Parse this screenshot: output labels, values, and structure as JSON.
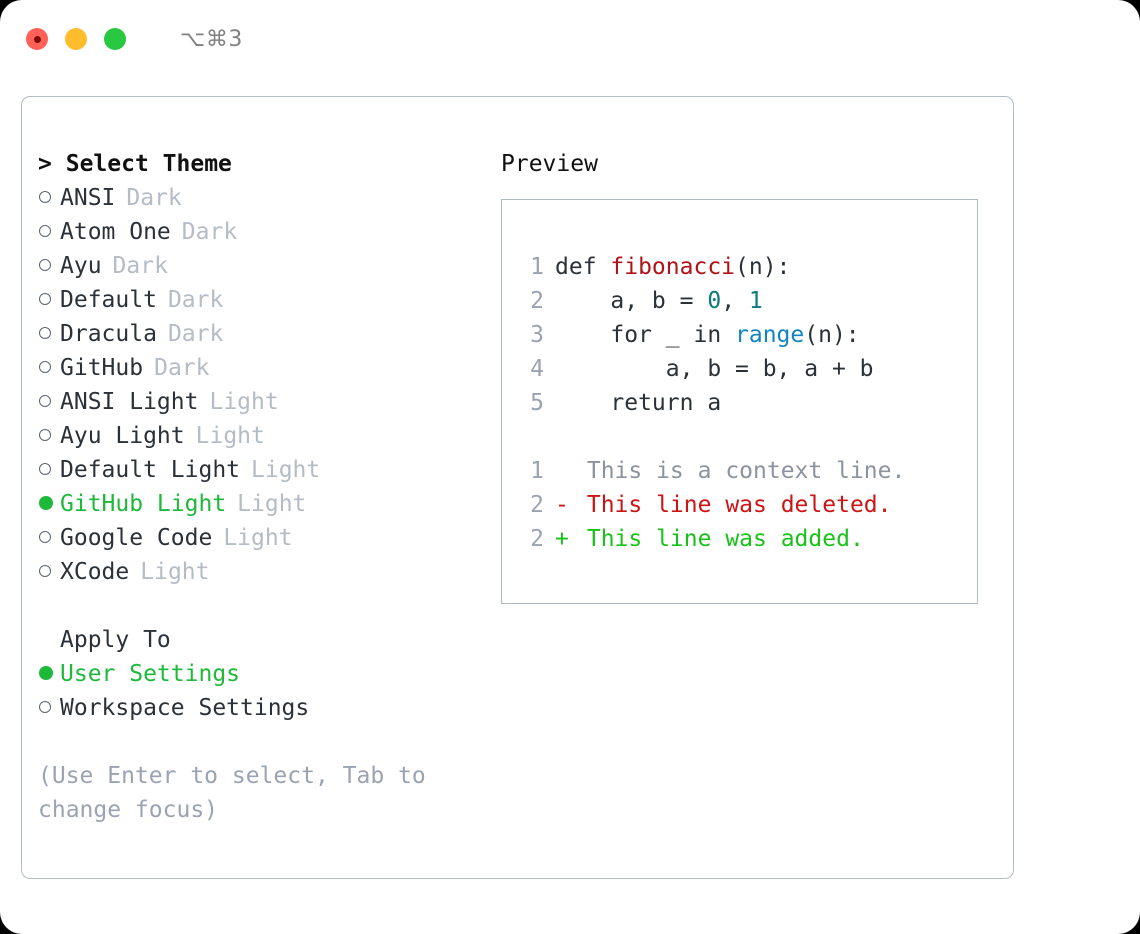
{
  "titlebar": {
    "shortcut": "⌥⌘3",
    "buttons": [
      {
        "name": "close",
        "color": "#ff6058"
      },
      {
        "name": "minimize",
        "color": "#ffbd2e"
      },
      {
        "name": "zoom",
        "color": "#28c840"
      }
    ]
  },
  "theme_picker": {
    "prompt_prefix": ">",
    "title": "Select Theme",
    "selected_index": 9,
    "options": [
      {
        "name": "ANSI",
        "variant": "Dark",
        "selected": false
      },
      {
        "name": "Atom One",
        "variant": "Dark",
        "selected": false
      },
      {
        "name": "Ayu",
        "variant": "Dark",
        "selected": false
      },
      {
        "name": "Default",
        "variant": "Dark",
        "selected": false
      },
      {
        "name": "Dracula",
        "variant": "Dark",
        "selected": false
      },
      {
        "name": "GitHub",
        "variant": "Dark",
        "selected": false
      },
      {
        "name": "ANSI Light",
        "variant": "Light",
        "selected": false
      },
      {
        "name": "Ayu Light",
        "variant": "Light",
        "selected": false
      },
      {
        "name": "Default Light",
        "variant": "Light",
        "selected": false
      },
      {
        "name": "GitHub Light",
        "variant": "Light",
        "selected": true
      },
      {
        "name": "Google Code",
        "variant": "Light",
        "selected": false
      },
      {
        "name": "XCode",
        "variant": "Light",
        "selected": false
      }
    ]
  },
  "apply_to": {
    "title": "Apply To",
    "options": [
      {
        "name": "User Settings",
        "selected": true
      },
      {
        "name": "Workspace Settings",
        "selected": false
      }
    ]
  },
  "hint": {
    "text": "(Use Enter to select, Tab to change focus)"
  },
  "preview": {
    "label": "Preview",
    "code_lines": [
      {
        "no": "1",
        "segments": [
          {
            "text": "def ",
            "kind": "plain"
          },
          {
            "text": "fibonacci",
            "kind": "fn"
          },
          {
            "text": "(n):",
            "kind": "plain"
          }
        ]
      },
      {
        "no": "2",
        "segments": [
          {
            "text": "    a, b = ",
            "kind": "plain"
          },
          {
            "text": "0",
            "kind": "num"
          },
          {
            "text": ", ",
            "kind": "plain"
          },
          {
            "text": "1",
            "kind": "num"
          }
        ]
      },
      {
        "no": "3",
        "segments": [
          {
            "text": "    for _ in ",
            "kind": "plain"
          },
          {
            "text": "range",
            "kind": "call"
          },
          {
            "text": "(n):",
            "kind": "plain"
          }
        ]
      },
      {
        "no": "4",
        "segments": [
          {
            "text": "        a, b = b, a + b",
            "kind": "plain"
          }
        ]
      },
      {
        "no": "5",
        "segments": [
          {
            "text": "    return a",
            "kind": "plain"
          }
        ]
      }
    ],
    "diff_lines": [
      {
        "no": "1",
        "marker": " ",
        "text": "This is a context line.",
        "kind": "context"
      },
      {
        "no": "2",
        "marker": "-",
        "text": "This line was deleted.",
        "kind": "deleted"
      },
      {
        "no": "2",
        "marker": "+",
        "text": "This line was added.",
        "kind": "added"
      }
    ]
  },
  "colors": {
    "selection_green": "#1fb93a",
    "diff_add_green": "#19c219",
    "diff_del_red": "#cc1414",
    "function_red": "#b01217",
    "number_teal": "#0b7a78",
    "call_blue": "#1184c4",
    "muted_gray": "#b4bcc6",
    "hint_gray": "#9aa3b2",
    "border_gray": "#b4bcc8"
  }
}
